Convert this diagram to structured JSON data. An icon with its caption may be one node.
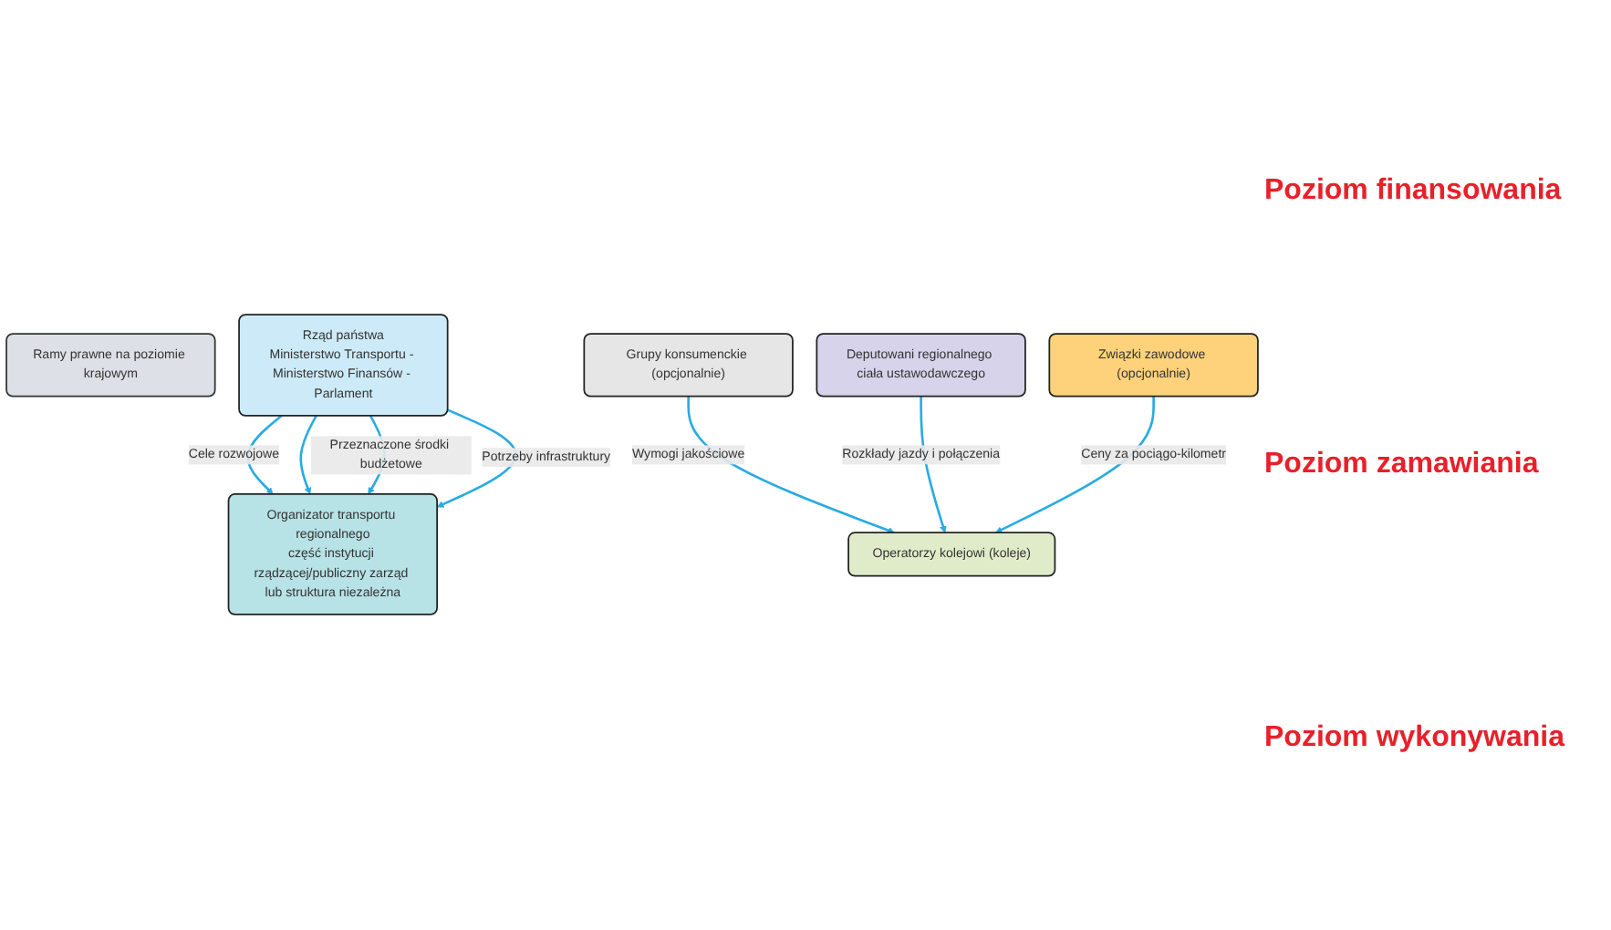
{
  "diagram": {
    "nodes": [
      {
        "text": [
          "Ramy prawne na poziomie krajowym"
        ]
      },
      {
        "text": [
          "Rząd państwa",
          "Ministerstwo Transportu - Ministerstwo Finansów - Parlament"
        ]
      },
      {
        "text": [
          "Organizator transportu regionalnego",
          "część instytucji rządzącej/publiczny zarząd lub struktura niezależna"
        ]
      },
      {
        "text": [
          "Grupy konsumenckie (opcjonalnie)"
        ]
      },
      {
        "text": [
          "Deputowani regionalnego ciała ustawodawczego"
        ]
      },
      {
        "text": [
          "Związki zawodowe (opcjonalnie)"
        ]
      },
      {
        "text": [
          "Operatorzy kolejowi (koleje)"
        ]
      }
    ],
    "edges": [
      {
        "from": 1,
        "to": 2,
        "arrow": "to",
        "label": "Cele rozwojowe"
      },
      {
        "from": 1,
        "to": 2,
        "arrow": "to"
      },
      {
        "from": 1,
        "to": 2,
        "arrow": "to",
        "label": "Przeznaczone środki budżetowe"
      },
      {
        "from": 1,
        "to": 2,
        "arrow": "to",
        "label": "Potrzeby infrastruktury"
      },
      {
        "from": 3,
        "to": 6,
        "arrow": "to",
        "label": "Wymogi jakościowe"
      },
      {
        "from": 4,
        "to": 6,
        "arrow": "to",
        "label": "Rozkłady jazdy i połączenia"
      },
      {
        "from": 5,
        "to": 6,
        "arrow": "to",
        "label": "Ceny za pociągo-kilometr"
      }
    ],
    "labels": [
      "Poziom finansowania",
      "Poziom zamawiania",
      "Poziom wykonywania"
    ]
  }
}
